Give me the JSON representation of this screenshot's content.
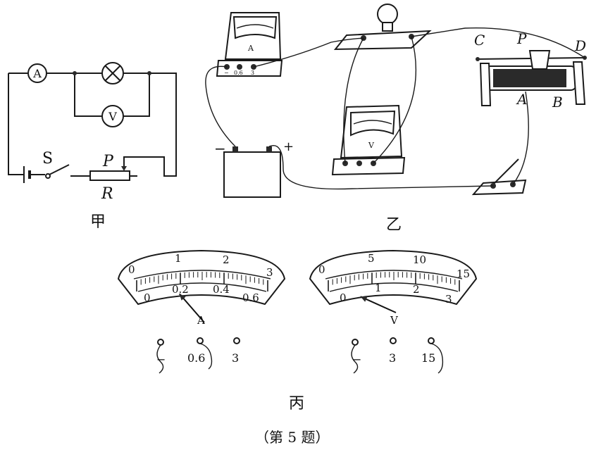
{
  "figure_a": {
    "caption": "甲",
    "ammeter_symbol": "A",
    "voltmeter_symbol": "V",
    "switch_label": "S",
    "slider_label": "P",
    "rheostat_label": "R"
  },
  "figure_b": {
    "caption": "乙",
    "ammeter_face_letter": "A",
    "ammeter_terminals": [
      "−",
      "0.6",
      "3"
    ],
    "voltmeter_face_letter": "V",
    "battery_neg": "−",
    "battery_pos": "+",
    "rheostat_labels": {
      "C": "C",
      "P": "P",
      "D": "D",
      "A": "A",
      "B": "B"
    }
  },
  "figure_c": {
    "caption": "丙",
    "ammeter": {
      "top_ticks": [
        "0",
        "1",
        "2",
        "3"
      ],
      "bottom_ticks": [
        "0",
        "0.2",
        "0.4",
        "0.6"
      ],
      "letter": "A",
      "terminals": [
        "−",
        "0.6",
        "3"
      ],
      "pointer_reading": 0.2,
      "pointer_scale_max": 0.6
    },
    "voltmeter": {
      "top_ticks": [
        "0",
        "5",
        "10",
        "15"
      ],
      "bottom_ticks": [
        "0",
        "1",
        "2",
        "3"
      ],
      "letter": "V",
      "terminals": [
        "−",
        "3",
        "15"
      ],
      "pointer_reading": 0.5,
      "pointer_scale_max": 3
    }
  },
  "problem_label": "（第 5 题）"
}
